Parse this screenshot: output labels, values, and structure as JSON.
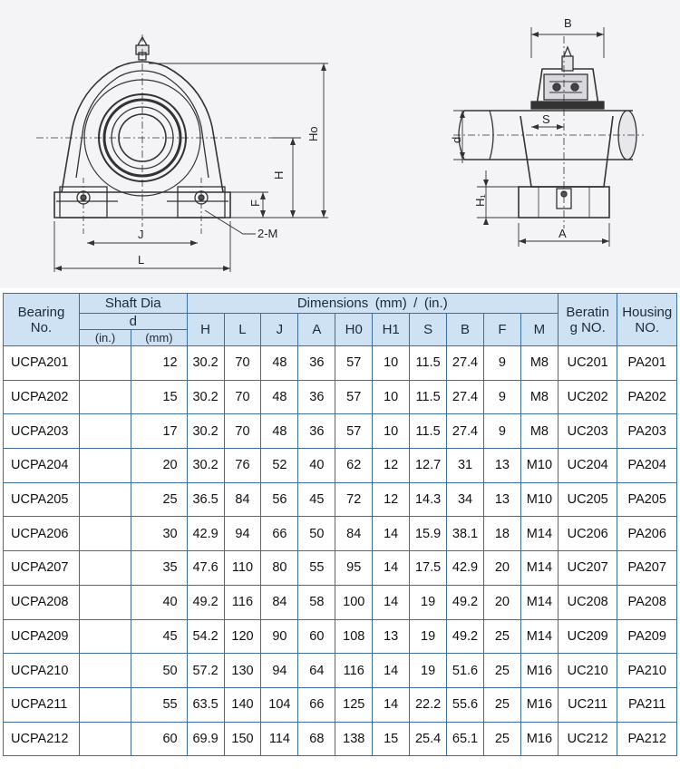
{
  "drawing": {
    "front_labels": {
      "Ho": "Ho",
      "H": "H",
      "F": "F",
      "J": "J",
      "L": "L",
      "M": "2-M"
    },
    "side_labels": {
      "B": "B",
      "S": "S",
      "d": "d",
      "H1": "H₁",
      "A": "A"
    }
  },
  "table": {
    "header": {
      "bearing": [
        "Bearing",
        "No."
      ],
      "shaft_dia": "Shaft Dia",
      "d": "d",
      "d_in": "(in.)",
      "d_mm": "(mm)",
      "dimensions": "Dimensions (mm) / (in.)",
      "dim_cols": [
        "H",
        "L",
        "J",
        "A",
        "H0",
        "H1",
        "S",
        "B",
        "F",
        "M"
      ],
      "bearing_no": [
        "Beratin",
        "g NO."
      ],
      "housing_no": [
        "Housing",
        "NO."
      ]
    },
    "rows": [
      {
        "model": "UCPA201",
        "in": "",
        "mm": "12",
        "dims": [
          "30.2",
          "70",
          "48",
          "36",
          "57",
          "10",
          "11.5",
          "27.4",
          "9",
          "M8"
        ],
        "bearing": "UC201",
        "housing": "PA201"
      },
      {
        "model": "UCPA202",
        "in": "",
        "mm": "15",
        "dims": [
          "30.2",
          "70",
          "48",
          "36",
          "57",
          "10",
          "11.5",
          "27.4",
          "9",
          "M8"
        ],
        "bearing": "UC202",
        "housing": "PA202"
      },
      {
        "model": "UCPA203",
        "in": "",
        "mm": "17",
        "dims": [
          "30.2",
          "70",
          "48",
          "36",
          "57",
          "10",
          "11.5",
          "27.4",
          "9",
          "M8"
        ],
        "bearing": "UC203",
        "housing": "PA203"
      },
      {
        "model": "UCPA204",
        "in": "",
        "mm": "20",
        "dims": [
          "30.2",
          "76",
          "52",
          "40",
          "62",
          "12",
          "12.7",
          "31",
          "13",
          "M10"
        ],
        "bearing": "UC204",
        "housing": "PA204"
      },
      {
        "model": "UCPA205",
        "in": "",
        "mm": "25",
        "dims": [
          "36.5",
          "84",
          "56",
          "45",
          "72",
          "12",
          "14.3",
          "34",
          "13",
          "M10"
        ],
        "bearing": "UC205",
        "housing": "PA205"
      },
      {
        "model": "UCPA206",
        "in": "",
        "mm": "30",
        "dims": [
          "42.9",
          "94",
          "66",
          "50",
          "84",
          "14",
          "15.9",
          "38.1",
          "18",
          "M14"
        ],
        "bearing": "UC206",
        "housing": "PA206"
      },
      {
        "model": "UCPA207",
        "in": "",
        "mm": "35",
        "dims": [
          "47.6",
          "110",
          "80",
          "55",
          "95",
          "14",
          "17.5",
          "42.9",
          "20",
          "M14"
        ],
        "bearing": "UC207",
        "housing": "PA207"
      },
      {
        "model": "UCPA208",
        "in": "",
        "mm": "40",
        "dims": [
          "49.2",
          "116",
          "84",
          "58",
          "100",
          "14",
          "19",
          "49.2",
          "20",
          "M14"
        ],
        "bearing": "UC208",
        "housing": "PA208"
      },
      {
        "model": "UCPA209",
        "in": "",
        "mm": "45",
        "dims": [
          "54.2",
          "120",
          "90",
          "60",
          "108",
          "13",
          "19",
          "49.2",
          "25",
          "M14"
        ],
        "bearing": "UC209",
        "housing": "PA209"
      },
      {
        "model": "UCPA210",
        "in": "",
        "mm": "50",
        "dims": [
          "57.2",
          "130",
          "94",
          "64",
          "116",
          "14",
          "19",
          "51.6",
          "25",
          "M16"
        ],
        "bearing": "UC210",
        "housing": "PA210"
      },
      {
        "model": "UCPA211",
        "in": "",
        "mm": "55",
        "dims": [
          "63.5",
          "140",
          "104",
          "66",
          "125",
          "14",
          "22.2",
          "55.6",
          "25",
          "M16"
        ],
        "bearing": "UC211",
        "housing": "PA211"
      },
      {
        "model": "UCPA212",
        "in": "",
        "mm": "60",
        "dims": [
          "69.9",
          "150",
          "114",
          "68",
          "138",
          "15",
          "25.4",
          "65.1",
          "25",
          "M16"
        ],
        "bearing": "UC212",
        "housing": "PA212"
      }
    ]
  }
}
